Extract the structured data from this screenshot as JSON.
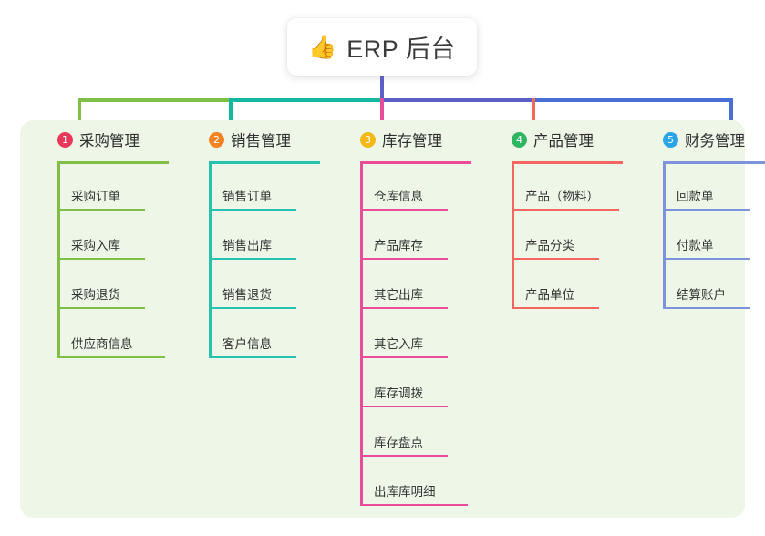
{
  "root": {
    "emoji": "👍",
    "emoji_name": "thumbs-up-icon",
    "title": "ERP 后台"
  },
  "colors": {
    "panel_bg": "#eef7e7",
    "page_bg": "#ffffff",
    "root_stem": "#5b61c4",
    "bus_green": "#7fbe47",
    "bus_teal": "#11b8a0",
    "bus_purple": "#5b61c4",
    "bus_blue": "#4a6fd4"
  },
  "branches": [
    {
      "number": "1",
      "label": "采购管理",
      "badge_color": "#e8375a",
      "line_color": "#7fbe47",
      "items": [
        "采购订单",
        "采购入库",
        "采购退货",
        "供应商信息"
      ]
    },
    {
      "number": "2",
      "label": "销售管理",
      "badge_color": "#f58220",
      "line_color": "#27c2ae",
      "items": [
        "销售订单",
        "销售出库",
        "销售退货",
        "客户信息"
      ]
    },
    {
      "number": "3",
      "label": "库存管理",
      "badge_color": "#f5b819",
      "line_color": "#ea4c9a",
      "items": [
        "仓库信息",
        "产品库存",
        "其它出库",
        "其它入库",
        "库存调拨",
        "库存盘点",
        "出库库明细"
      ]
    },
    {
      "number": "4",
      "label": "产品管理",
      "badge_color": "#2eb562",
      "line_color": "#f4665f",
      "items": [
        "产品（物料）",
        "产品分类",
        "产品单位"
      ]
    },
    {
      "number": "5",
      "label": "财务管理",
      "badge_color": "#29a4e8",
      "line_color": "#7d94dd",
      "items": [
        "回款单",
        "付款单",
        "结算账户"
      ]
    }
  ]
}
